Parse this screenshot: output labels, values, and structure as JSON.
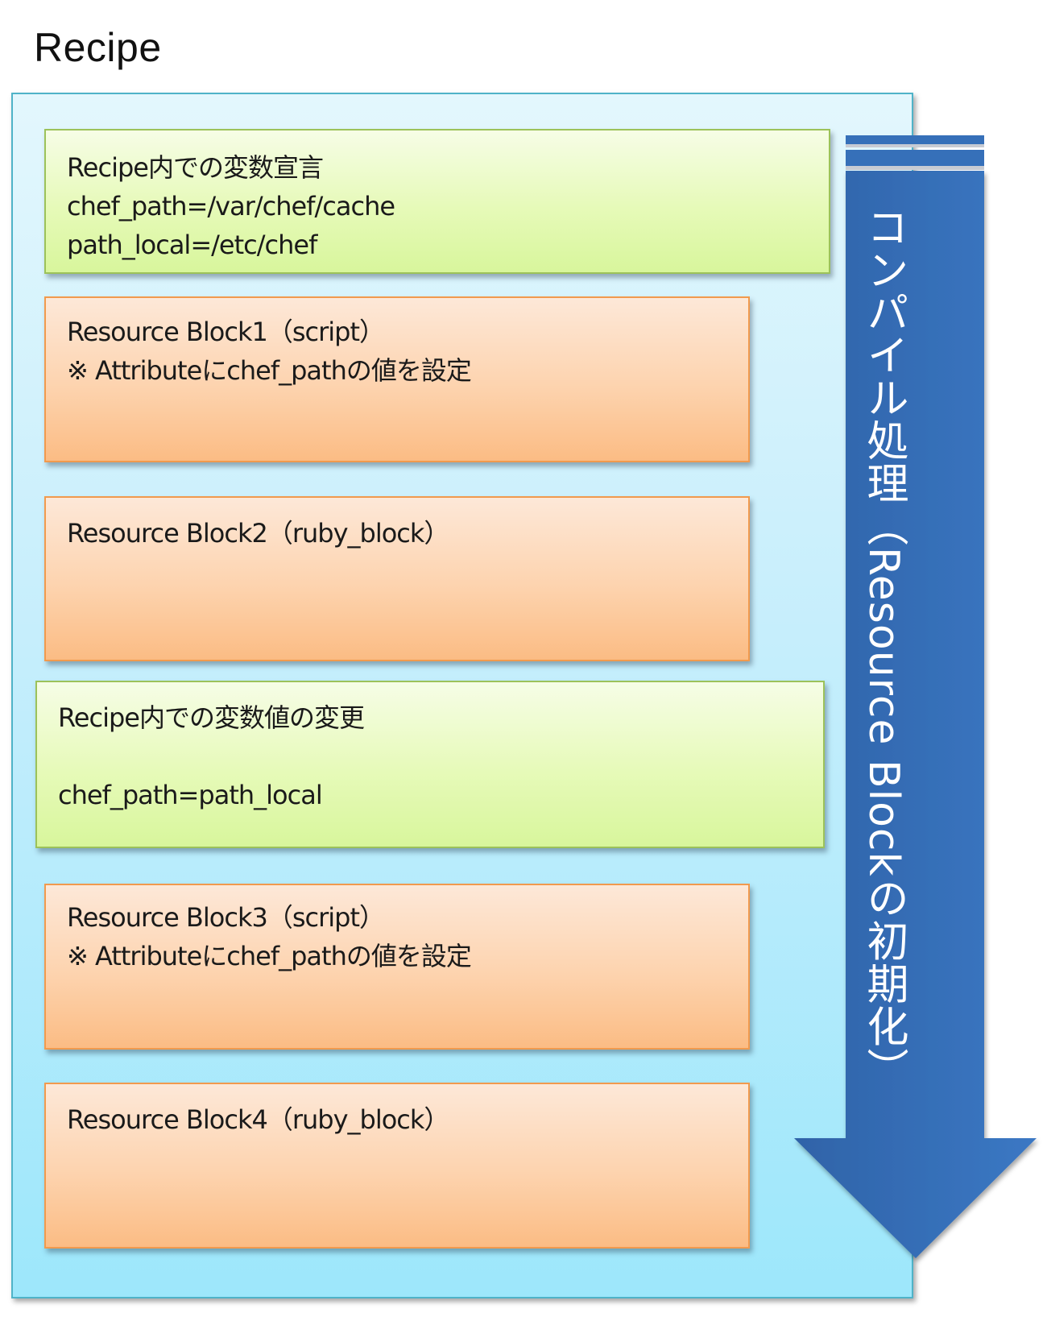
{
  "title": "Recipe",
  "blocks": [
    {
      "kind": "variable-declaration",
      "lines": [
        "Recipe内での変数宣言",
        "chef_path=/var/chef/cache",
        "path_local=/etc/chef"
      ]
    },
    {
      "kind": "resource",
      "lines": [
        "Resource Block1（script）",
        "※ Attributeにchef_pathの値を設定"
      ]
    },
    {
      "kind": "resource",
      "lines": [
        "Resource Block2（ruby_block）"
      ]
    },
    {
      "kind": "variable-change",
      "lines": [
        "Recipe内での変数値の変更",
        "",
        "chef_path=path_local"
      ]
    },
    {
      "kind": "resource",
      "lines": [
        "Resource Block3（script）",
        "※ Attributeにchef_pathの値を設定"
      ]
    },
    {
      "kind": "resource",
      "lines": [
        "Resource Block4（ruby_block）"
      ]
    }
  ],
  "arrow": {
    "label": "コンパイル処理（Resource Blockの初期化）",
    "color": "#3a73bd"
  },
  "colors": {
    "container_fill": "#c6eefc",
    "green_box_fill": "#e6fab8",
    "orange_box_fill": "#fdd3ae"
  }
}
